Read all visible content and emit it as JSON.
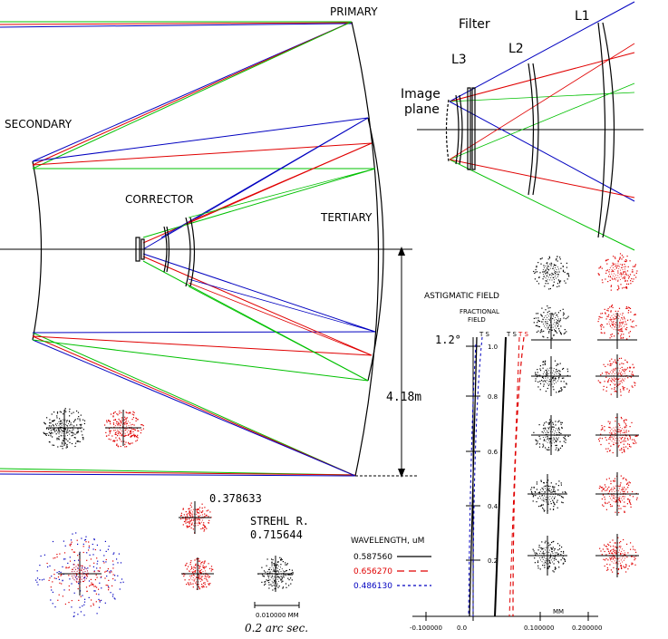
{
  "colors": {
    "green": "#00c000",
    "red": "#e00000",
    "blue": "#0000c0",
    "black": "#000000"
  },
  "main_labels": {
    "primary": "PRIMARY",
    "secondary": "SECONDARY",
    "corrector": "CORRECTOR",
    "tertiary": "TERTIARY",
    "dimension": "4.18m"
  },
  "inset_labels": {
    "filter": "Filter",
    "l1": "L1",
    "l2": "L2",
    "l3": "L3",
    "image_line1": "Image",
    "image_line2": "plane"
  },
  "spot": {
    "rms_value": "0.378633",
    "strehl_label": "STREHL R.",
    "strehl_value": "0.715644",
    "scale_label": "0.010000 MM",
    "scale_note": "0.2 arc sec."
  },
  "astig": {
    "title": "ASTIGMATIC FIELD",
    "subtitle1": "FRACTIONAL",
    "subtitle2": "FIELD",
    "field_angle": "1.2°",
    "ts_label1": "T S",
    "ts_label2": "T S",
    "ts_label3": "T S",
    "y_ticks": [
      "1.0",
      "0.8",
      "0.6",
      "0.4",
      "0.2"
    ],
    "x_ticks": [
      "-0.100000",
      "0.0",
      "0.100000",
      "0.200000"
    ],
    "x_unit": "MM"
  },
  "legend": {
    "title": "WAVELENGTH, uM",
    "items": [
      {
        "label": "0.587560",
        "color": "#000000"
      },
      {
        "label": "0.656270",
        "color": "#e00000"
      },
      {
        "label": "0.486130",
        "color": "#0000c0"
      }
    ]
  }
}
